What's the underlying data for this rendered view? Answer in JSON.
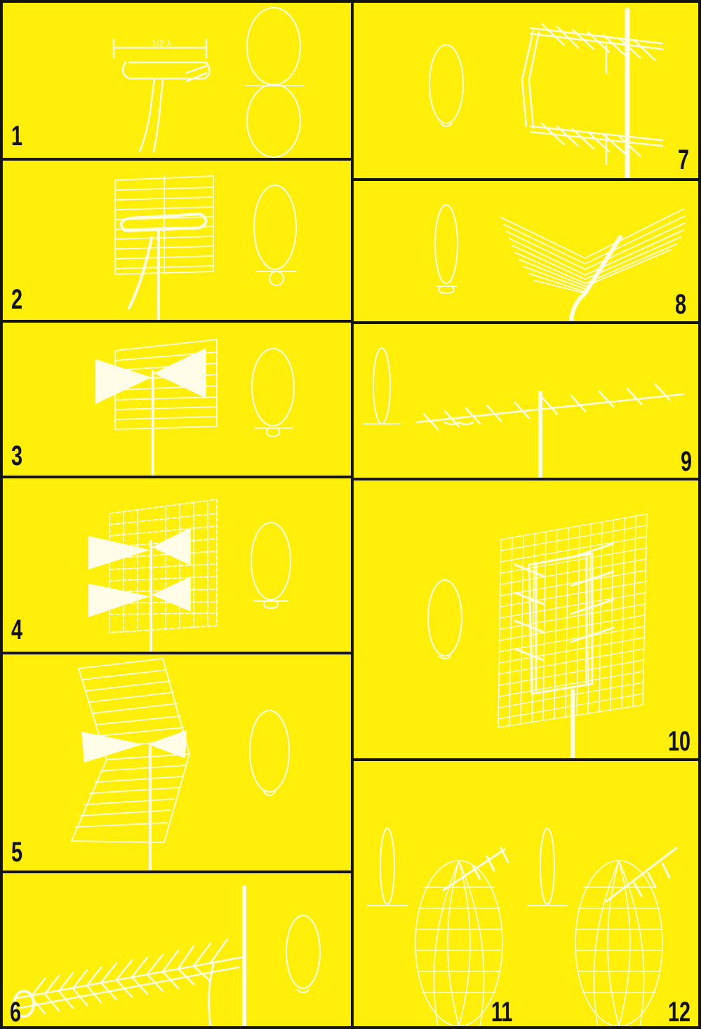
{
  "colors": {
    "background": "#ffef0a",
    "drawing": "#fffde8",
    "text": "#111111",
    "border": "#141414"
  },
  "panels": [
    {
      "number": "1"
    },
    {
      "number": "2"
    },
    {
      "number": "3"
    },
    {
      "number": "4"
    },
    {
      "number": "5"
    },
    {
      "number": "6"
    },
    {
      "number": "7"
    },
    {
      "number": "8"
    },
    {
      "number": "9"
    },
    {
      "number": "10"
    },
    {
      "number": "11"
    },
    {
      "number": "12"
    }
  ],
  "annotations": {
    "panel1_dimension": "1/2 λ"
  }
}
